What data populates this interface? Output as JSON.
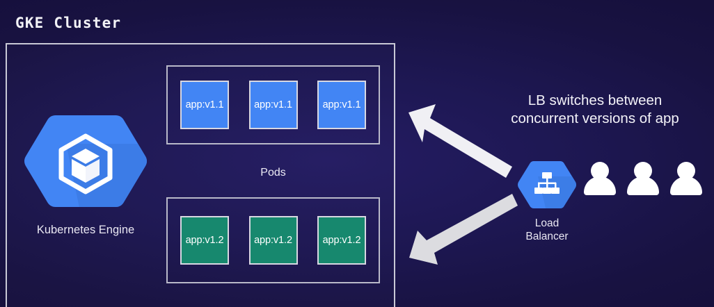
{
  "diagram": {
    "title": "GKE Cluster",
    "background_color": "#1b1450"
  },
  "cluster": {
    "pods_label": "Pods",
    "gke": {
      "label": "Kubernetes Engine",
      "icon": "kubernetes-engine-hexagon-icon",
      "hex_color": "#4285f4",
      "hex_shadow_color": "#3a78de"
    },
    "pod_groups": [
      {
        "version": "v1.1",
        "color": "#4285f4",
        "pods": [
          {
            "label": "app:v1.1"
          },
          {
            "label": "app:v1.1"
          },
          {
            "label": "app:v1.1"
          }
        ]
      },
      {
        "version": "v1.2",
        "color": "#17886e",
        "pods": [
          {
            "label": "app:v1.2"
          },
          {
            "label": "app:v1.2"
          },
          {
            "label": "app:v1.2"
          }
        ]
      }
    ]
  },
  "load_balancer": {
    "icon": "load-balancer-hexagon-icon",
    "hex_color": "#4285f4",
    "label_line1": "Load",
    "label_line2": "Balancer"
  },
  "annotation": {
    "line1": "LB switches between",
    "line2": "concurrent versions of app",
    "color": "#f3f2f8"
  },
  "users": {
    "count": 3,
    "icon": "user-icon",
    "color": "#ffffff"
  },
  "arrows": [
    {
      "name": "arrow-to-v11-pods",
      "direction": "up-left",
      "color": "#f0f0f4"
    },
    {
      "name": "arrow-to-v12-pods",
      "direction": "down-left",
      "color": "#d8d8dc"
    }
  ]
}
